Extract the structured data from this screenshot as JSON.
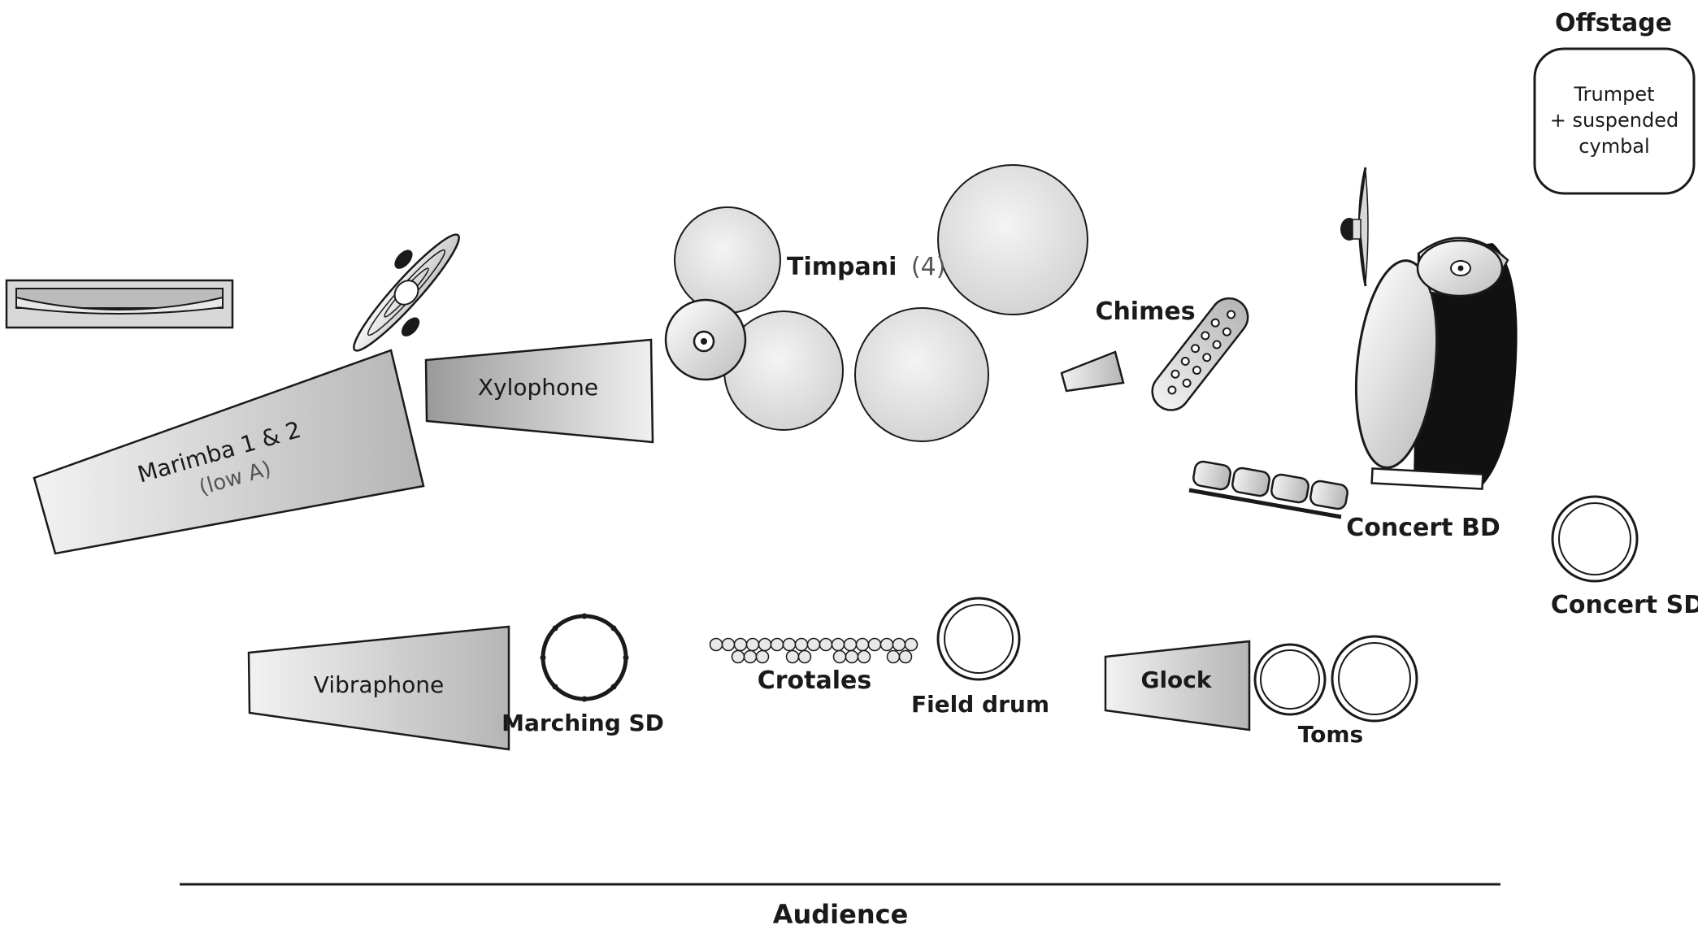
{
  "offstage": {
    "heading": "Offstage",
    "box_lines": [
      "Trumpet",
      "+ suspended",
      "cymbal"
    ]
  },
  "instruments": {
    "timpani": {
      "name": "Timpani",
      "count": "(4)"
    },
    "chimes": "Chimes",
    "xylophone": "Xylophone",
    "marimba": {
      "name": "Marimba 1 & 2",
      "note": "(low A)"
    },
    "concert_bd": "Concert BD",
    "concert_sd": "Concert SD",
    "vibraphone": "Vibraphone",
    "marching_sd": "Marching SD",
    "crotales": "Crotales",
    "field_drum": "Field drum",
    "glock": "Glock",
    "toms": "Toms"
  },
  "audience": "Audience",
  "colors": {
    "stroke": "#1a1a1a",
    "fill_light": "#e6e6e6",
    "fill_mid": "#c8c8c8",
    "drum_body": "#111111"
  }
}
